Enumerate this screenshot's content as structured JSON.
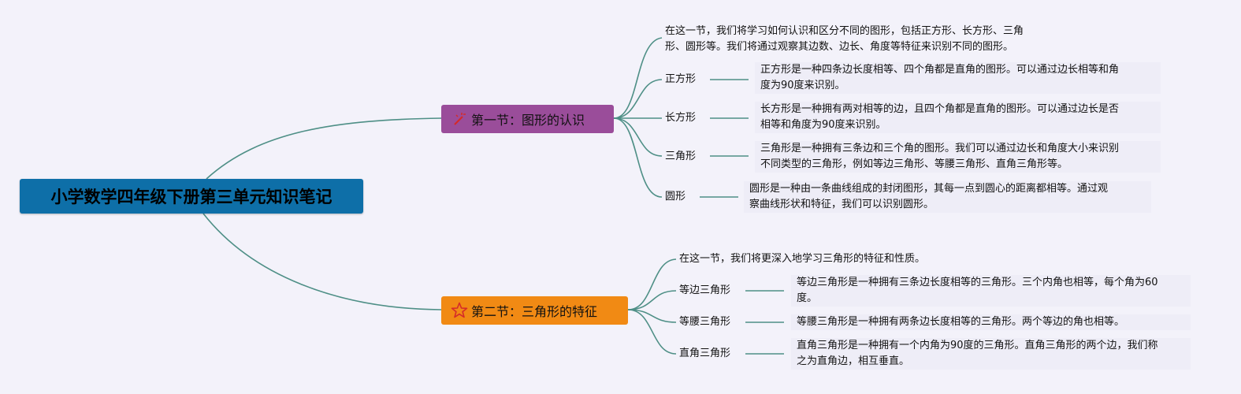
{
  "root_title": "小学数学四年级下册第三单元知识笔记",
  "section1": {
    "title": "第一节：图形的认识",
    "icon": "magic-wand-icon",
    "intro": [
      "在这一节，我们将学习如何认识和区分不同的图形，包括正方形、长方形、三角",
      "形、圆形等。我们将通过观察其边数、边长、角度等特征来识别不同的图形。"
    ],
    "items": [
      {
        "label": "正方形",
        "desc": [
          "正方形是一种四条边长度相等、四个角都是直角的图形。可以通过边长相等和角",
          "度为90度来识别。"
        ]
      },
      {
        "label": "长方形",
        "desc": [
          "长方形是一种拥有两对相等的边，且四个角都是直角的图形。可以通过边长是否",
          "相等和角度为90度来识别。"
        ]
      },
      {
        "label": "三角形",
        "desc": [
          "三角形是一种拥有三条边和三个角的图形。我们可以通过边长和角度大小来识别",
          "不同类型的三角形，例如等边三角形、等腰三角形、直角三角形等。"
        ]
      },
      {
        "label": "圆形",
        "desc": [
          "圆形是一种由一条曲线组成的封闭图形，其每一点到圆心的距离都相等。通过观",
          "察曲线形状和特征，我们可以识别圆形。"
        ]
      }
    ]
  },
  "section2": {
    "title": "第二节：三角形的特征",
    "icon": "star-icon",
    "intro": [
      "在这一节，我们将更深入地学习三角形的特征和性质。"
    ],
    "items": [
      {
        "label": "等边三角形",
        "desc": [
          "等边三角形是一种拥有三条边长度相等的三角形。三个内角也相等，每个角为60",
          "度。"
        ]
      },
      {
        "label": "等腰三角形",
        "desc": [
          "等腰三角形是一种拥有两条边长度相等的三角形。两个等边的角也相等。"
        ]
      },
      {
        "label": "直角三角形",
        "desc": [
          "直角三角形是一种拥有一个内角为90度的三角形。直角三角形的两个边，我们称",
          "之为直角边，相互垂直。"
        ]
      }
    ]
  },
  "colors": {
    "root": "#0e6fa8",
    "section1": "#9a4d9a",
    "section2": "#f18a14",
    "connector": "#4e8f86",
    "background": "#f3f2fa"
  }
}
